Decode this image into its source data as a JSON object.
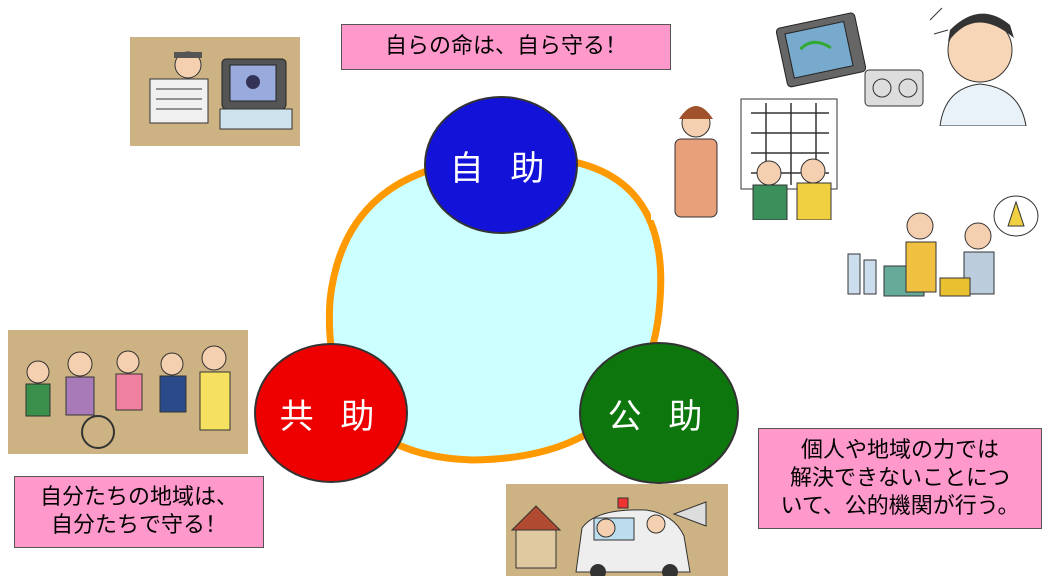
{
  "boxes": {
    "top": [
      "自らの命は、自ら守る！"
    ],
    "left": [
      "自分たちの地域は、",
      "自分たちで守る！"
    ],
    "right": [
      "個人や地域の力では",
      "解決できないことにつ",
      "いて、公的機関が行う。"
    ]
  },
  "circles": {
    "self_help": "自 助",
    "mutual_help": "共 助",
    "public_help": "公 助"
  },
  "colors": {
    "self_help": "#1212d8",
    "mutual_help": "#ee0000",
    "public_help": "#0d760d",
    "triangle_fill": "#ccffff",
    "triangle_stroke": "#ff9900",
    "text_box": "#ff99cc",
    "illustration_bg": "#cdb383"
  },
  "illustrations": [
    "tv-news-illustration",
    "community-map-illustration",
    "emergency-supplies-illustration",
    "radio-tv-listener-illustration",
    "group-evacuation-illustration",
    "police-car-illustration"
  ]
}
